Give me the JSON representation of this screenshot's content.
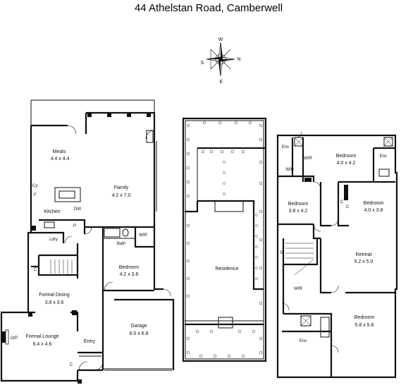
{
  "title": "44 Athelstan Road, Camberwell",
  "compass": {
    "w": "W",
    "s": "S",
    "n": "N",
    "e": "E"
  },
  "ground_floor": {
    "meals_name": "Meals",
    "meals_dim": "4.4 x 4.4",
    "family_name": "Family",
    "family_dim": "4.2 x 7.0",
    "kitchen": "Kitchen",
    "cy": "Cy",
    "f": "F",
    "dw": "DW",
    "p": "P",
    "ldry": "Ldry",
    "bath": "Bath",
    "wir": "WIR",
    "bedroom_name": "Bedroom",
    "bedroom_dim": "4.2 x 3.6",
    "c1": "C",
    "formal_dining_name": "Formal Dining",
    "formal_dining_dim": "3.8 x 3.6",
    "formal_lounge_name": "Formal Lounge",
    "formal_lounge_dim": "6.4 x 4.6",
    "op": "O/P",
    "entry": "Entry",
    "c2": "C",
    "garage_name": "Garage",
    "garage_dim": "6.0 x 6.8"
  },
  "site": {
    "residence": "Residence"
  },
  "upper_floor": {
    "ens1": "Ens",
    "wir1": "WIR",
    "wir2": "WIR",
    "bed1_name": "Bedroom",
    "bed1_dim": "4.0 x 4.2",
    "ens2": "Ens",
    "bed2_name": "Bedroom",
    "bed2_dim": "3.8 x 4.2",
    "c1": "C",
    "c2": "C",
    "bed3_name": "Bedroom",
    "bed3_dim": "4.0 x 3.8",
    "s": "S",
    "retreat_name": "Retreat",
    "retreat_dim": "5.2 x 5.0",
    "wir3": "WIR",
    "bed4_name": "Bedroom",
    "bed4_dim": "5.8 x 5.8",
    "ens3": "Ens"
  }
}
